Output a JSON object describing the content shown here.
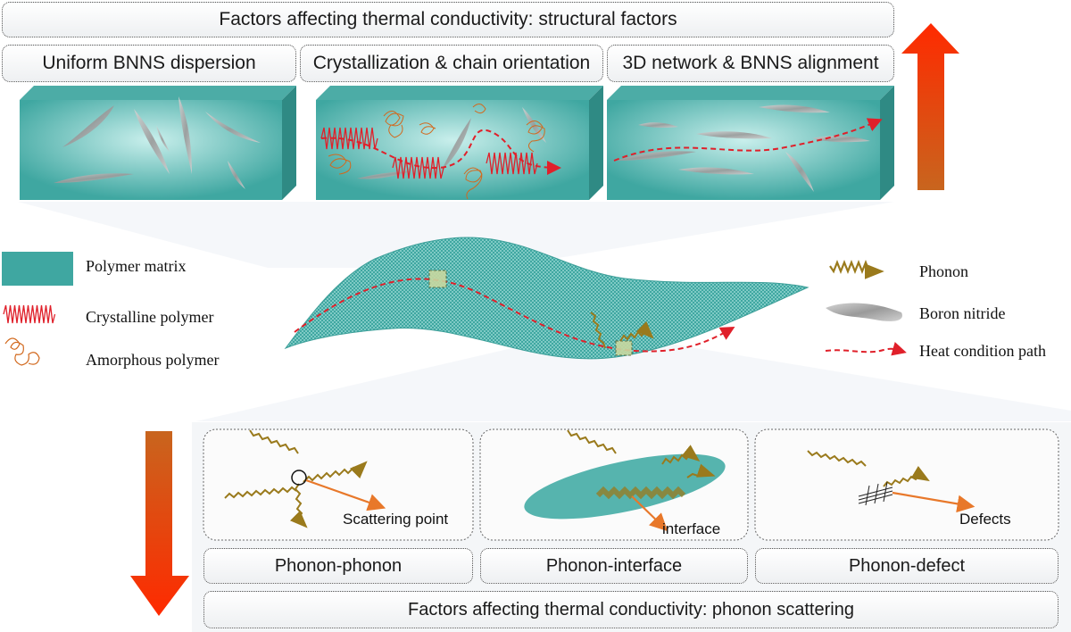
{
  "top": {
    "title": "Factors affecting thermal conductivity: structural factors",
    "panels": [
      "Uniform BNNS dispersion",
      "Crystallization & chain orientation",
      "3D network & BNNS alignment"
    ]
  },
  "legend_left": {
    "items": [
      "Polymer matrix",
      "Crystalline polymer",
      "Amorphous polymer"
    ]
  },
  "legend_right": {
    "items": [
      "Phonon",
      "Boron nitride",
      "Heat condition path"
    ]
  },
  "bottom": {
    "title": "Factors affecting thermal conductivity: phonon scattering",
    "panels": [
      "Phonon-phonon",
      "Phonon-interface",
      "Phonon-defect"
    ],
    "annotations": [
      "Scattering point",
      "interface",
      "Defects"
    ]
  },
  "colors": {
    "matrix": "#3fa7a1",
    "crystalline": "#e0202a",
    "amorphous": "#d2691e",
    "phonon": "#9a7a1c",
    "heat_path": "#e0202a",
    "arrow_top": "#ff2a00",
    "arrow_bottom": "#c8651e"
  }
}
